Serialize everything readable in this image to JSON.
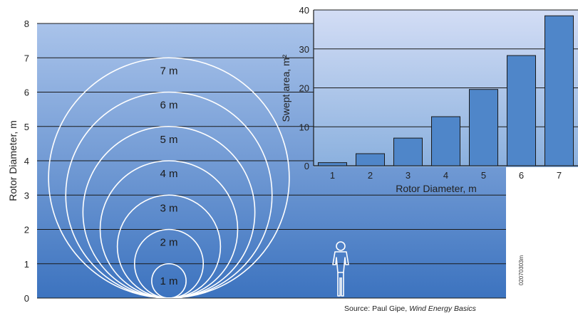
{
  "chart_data": [
    {
      "type": "diagram",
      "ylabel": "Rotor Diameter, m",
      "ylim": [
        0,
        8
      ],
      "yticks": [
        "0",
        "1",
        "2",
        "3",
        "4",
        "5",
        "6",
        "7",
        "8"
      ],
      "rotor_diameters": [
        1,
        2,
        3,
        4,
        5,
        6,
        7
      ],
      "circle_labels": [
        "1 m",
        "2 m",
        "3 m",
        "4 m",
        "5 m",
        "6 m",
        "7 m"
      ],
      "colors": {
        "background_top": "#a9c3ea",
        "background_bottom": "#3c73bf",
        "circle": "#ffffff",
        "grid": "#1a1a1a"
      }
    },
    {
      "type": "bar",
      "categories": [
        "1",
        "2",
        "3",
        "4",
        "5",
        "6",
        "7"
      ],
      "values": [
        0.8,
        3.1,
        7.1,
        12.6,
        19.6,
        28.3,
        38.5
      ],
      "xlabel": "Rotor Diameter, m",
      "ylabel": "Swept area, m²",
      "ylim": [
        0,
        40
      ],
      "yticks": [
        "0",
        "10",
        "20",
        "30",
        "40"
      ],
      "grid": true,
      "colors": {
        "bar": "#4f86c9",
        "bar_edge": "#1a1a1a",
        "background_top": "#d3ddf5",
        "background_bottom": "#8ab0de"
      }
    }
  ],
  "source": "Source: Paul Gipe, Wind Energy Basics",
  "source_prefix": "Source: Paul Gipe, ",
  "source_title": "Wind Energy Basics",
  "figure_code": "02070303m"
}
